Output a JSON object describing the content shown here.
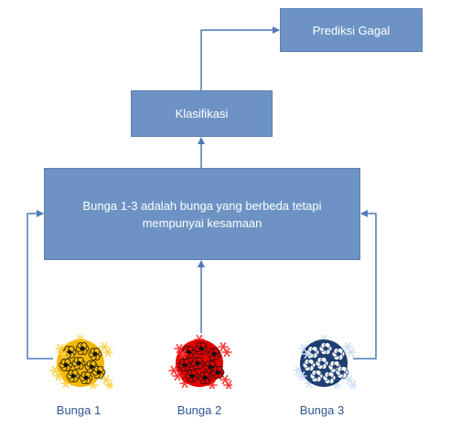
{
  "nodes": {
    "prediksi": "Prediksi Gagal",
    "klasifikasi": "Klasifikasi",
    "bunga": "Bunga 1-3 adalah bunga yang berbeda tetapi mempunyai kesamaan"
  },
  "flowers": [
    {
      "label": "Bunga 1",
      "color": "#f5b800",
      "petal_color": "#ffd34d"
    },
    {
      "label": "Bunga 2",
      "color": "#e20000",
      "petal_color": "#ff3a3a"
    },
    {
      "label": "Bunga 3",
      "color": "#1f3f73",
      "petal_color": "#cfe0f5"
    }
  ],
  "colors": {
    "node_fill": "#6d93c5",
    "connector": "#4f79b8",
    "caption": "#2e5597"
  }
}
